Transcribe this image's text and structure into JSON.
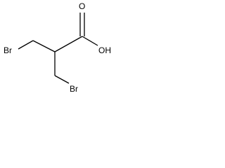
{
  "molecule": {
    "atoms": {
      "br1": "Br",
      "br2": "Br",
      "oh": "OH",
      "o": "O"
    }
  },
  "colors": {
    "bond": "#000000",
    "label": "#000000",
    "background": "#ffffff"
  }
}
